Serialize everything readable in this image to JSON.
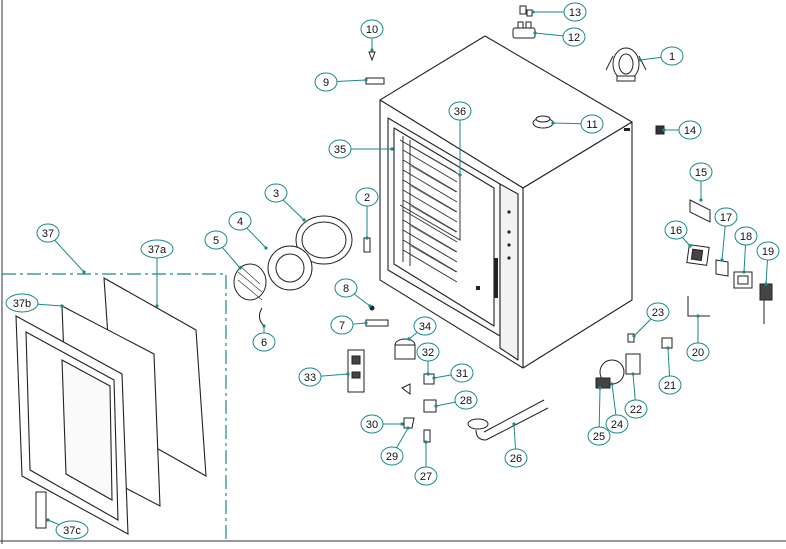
{
  "colors": {
    "accent": "#1a8a8a",
    "line": "#222222",
    "dash": "#1a8a8a",
    "label_fill": "#ffffff"
  },
  "callouts": [
    {
      "label": "1"
    },
    {
      "label": "2"
    },
    {
      "label": "3"
    },
    {
      "label": "4"
    },
    {
      "label": "5"
    },
    {
      "label": "6"
    },
    {
      "label": "7"
    },
    {
      "label": "8"
    },
    {
      "label": "9"
    },
    {
      "label": "10"
    },
    {
      "label": "11"
    },
    {
      "label": "12"
    },
    {
      "label": "13"
    },
    {
      "label": "14"
    },
    {
      "label": "15"
    },
    {
      "label": "16"
    },
    {
      "label": "17"
    },
    {
      "label": "18"
    },
    {
      "label": "19"
    },
    {
      "label": "20"
    },
    {
      "label": "21"
    },
    {
      "label": "22"
    },
    {
      "label": "23"
    },
    {
      "label": "24"
    },
    {
      "label": "25"
    },
    {
      "label": "26"
    },
    {
      "label": "27"
    },
    {
      "label": "28"
    },
    {
      "label": "29"
    },
    {
      "label": "30"
    },
    {
      "label": "31"
    },
    {
      "label": "32"
    },
    {
      "label": "33"
    },
    {
      "label": "34"
    },
    {
      "label": "35"
    },
    {
      "label": "36"
    },
    {
      "label": "37"
    },
    {
      "label": "37a"
    },
    {
      "label": "37b"
    },
    {
      "label": "37c"
    }
  ]
}
